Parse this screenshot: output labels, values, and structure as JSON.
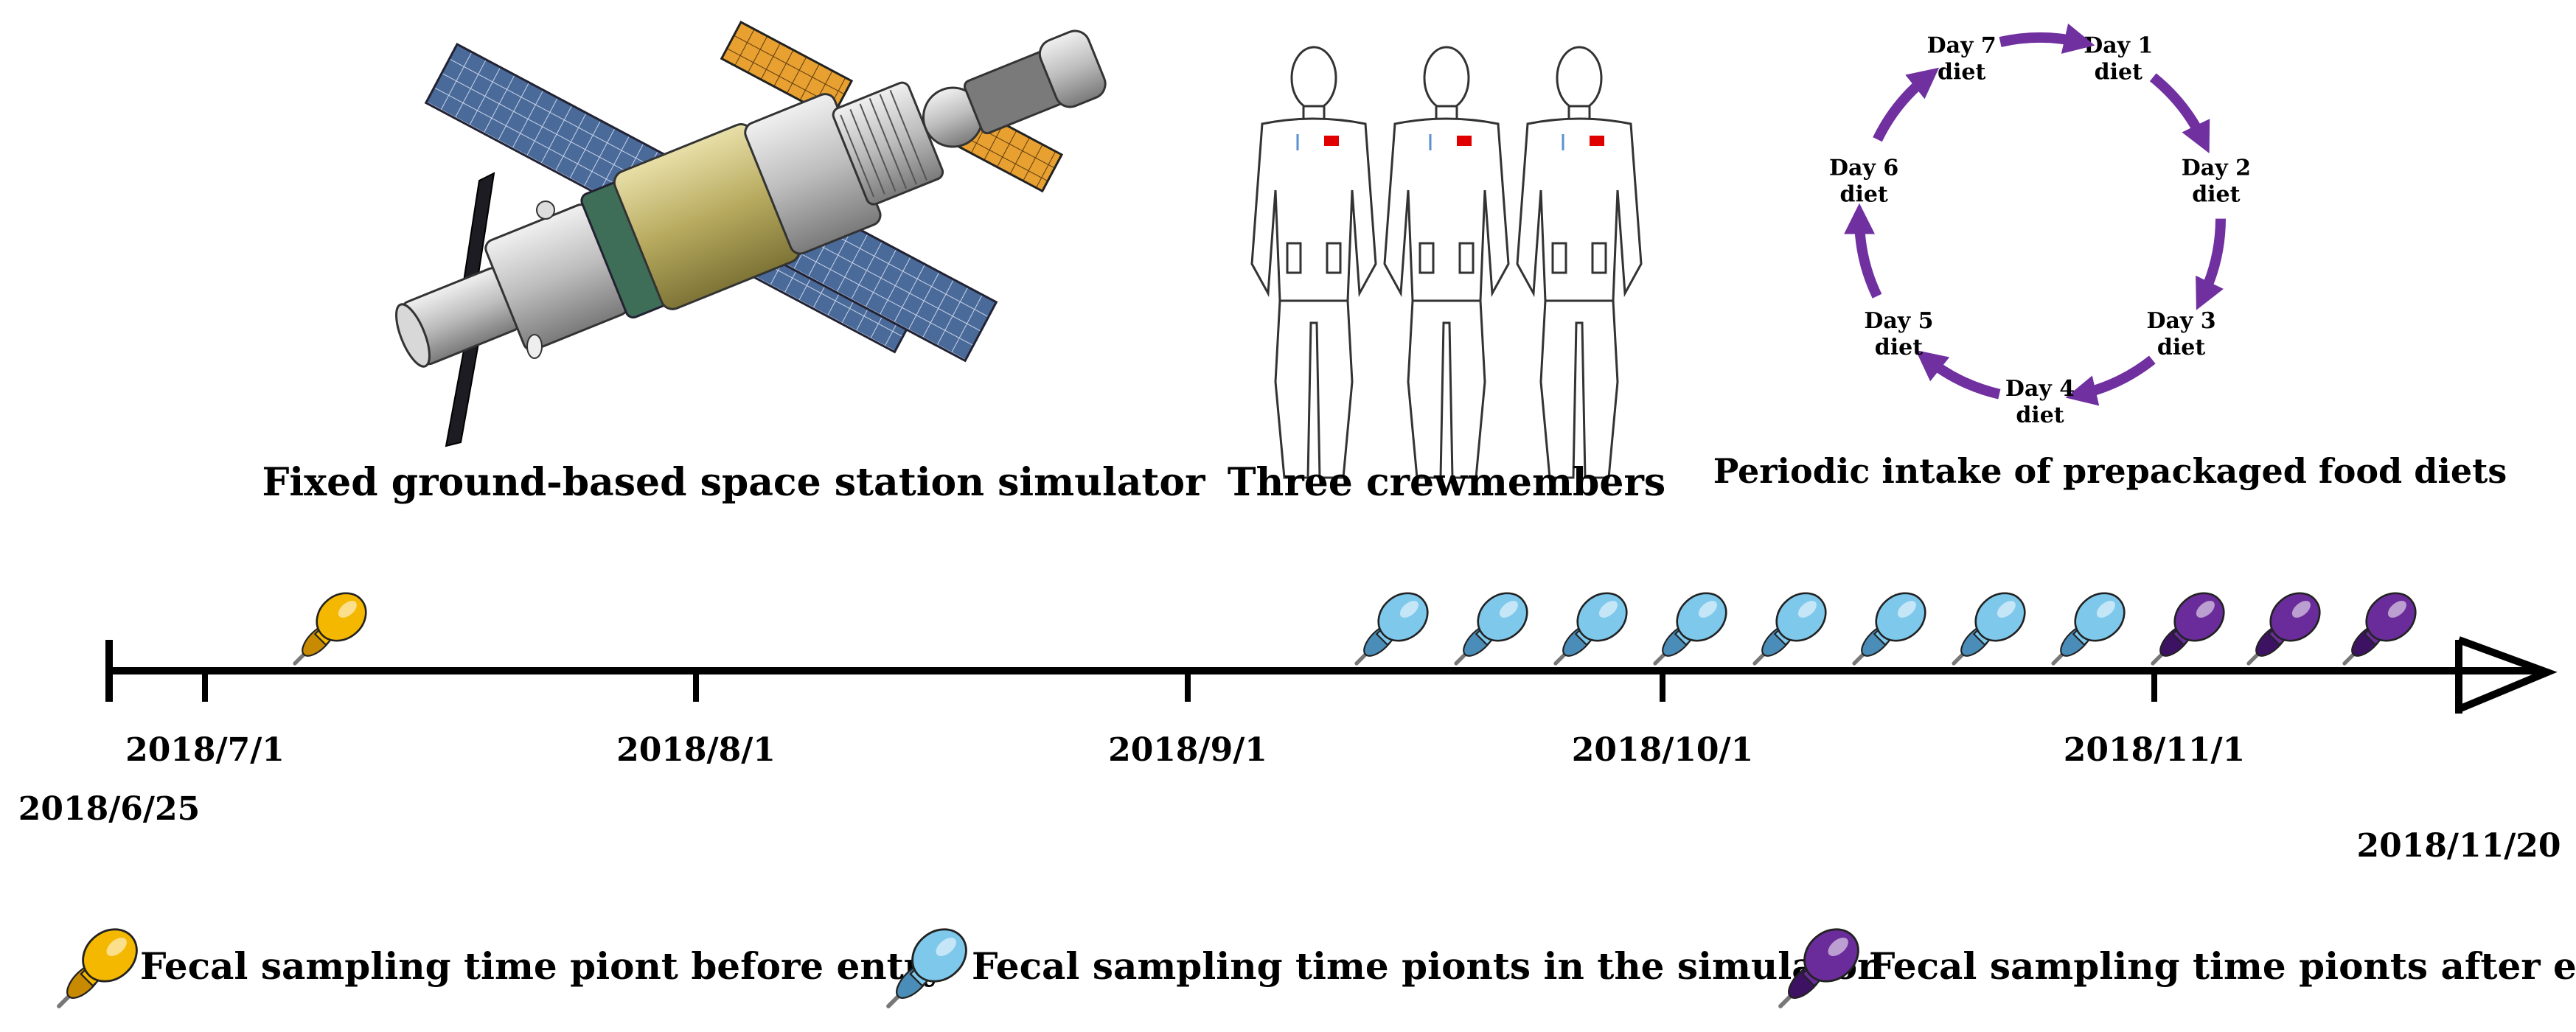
{
  "panels": {
    "station_caption": "Fixed ground-based space station simulator",
    "crew_caption": "Three crewmembers",
    "diet_caption": "Periodic intake of prepackaged food diets"
  },
  "diet_cycle": {
    "days": [
      {
        "line1": "Day 1",
        "line2": "diet"
      },
      {
        "line1": "Day 2",
        "line2": "diet"
      },
      {
        "line1": "Day 3",
        "line2": "diet"
      },
      {
        "line1": "Day 4",
        "line2": "diet"
      },
      {
        "line1": "Day 5",
        "line2": "diet"
      },
      {
        "line1": "Day 6",
        "line2": "diet"
      },
      {
        "line1": "Day 7",
        "line2": "diet"
      }
    ],
    "arrow_color": "#7030a0"
  },
  "timeline": {
    "start_label": "2018/6/25",
    "end_label": "2018/11/20",
    "tick_labels": [
      "2018/7/1",
      "2018/8/1",
      "2018/9/1",
      "2018/10/1",
      "2018/11/1"
    ],
    "pins": [
      {
        "group": "before"
      },
      {
        "group": "inside"
      },
      {
        "group": "inside"
      },
      {
        "group": "inside"
      },
      {
        "group": "inside"
      },
      {
        "group": "inside"
      },
      {
        "group": "inside"
      },
      {
        "group": "inside"
      },
      {
        "group": "inside"
      },
      {
        "group": "after"
      },
      {
        "group": "after"
      },
      {
        "group": "after"
      }
    ]
  },
  "colors": {
    "before": "#f5b800",
    "inside": "#7ec8ec",
    "after": "#6a2c9a",
    "flag": "#e00000",
    "panel_blue": "#4a6a9a",
    "panel_orange": "#e8a030"
  },
  "legend": [
    {
      "group": "before",
      "label": "Fecal sampling time piont before entry"
    },
    {
      "group": "inside",
      "label": "Fecal sampling time pionts in the simulator"
    },
    {
      "group": "after",
      "label": "Fecal sampling time pionts after exit"
    }
  ]
}
